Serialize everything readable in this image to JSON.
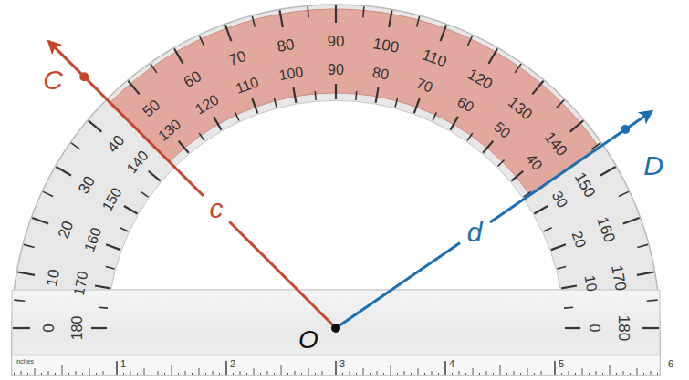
{
  "diagram": {
    "labels": [
      "C",
      "c",
      "D",
      "d",
      "O",
      "0",
      "10",
      "20",
      "30",
      "40",
      "50",
      "60",
      "70",
      "80",
      "90",
      "100",
      "110",
      "120",
      "130",
      "140",
      "150",
      "160",
      "170",
      "180",
      "180",
      "170",
      "160",
      "150",
      "140",
      "130",
      "120",
      "110",
      "100",
      "90",
      "80",
      "70",
      "60",
      "50",
      "40",
      "30",
      "20",
      "10",
      "0",
      "inches",
      "1",
      "2",
      "3",
      "4",
      "5",
      "6"
    ]
  }
}
